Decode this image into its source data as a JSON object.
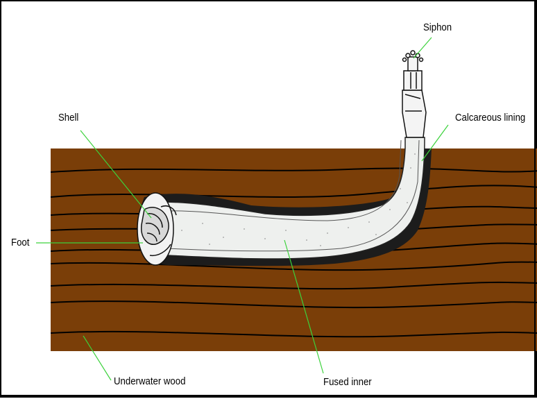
{
  "labels": {
    "siphon": "Siphon",
    "calcareous_lining": "Calcareous lining",
    "shell": "Shell",
    "foot": "Foot",
    "underwater_wood": "Underwater wood",
    "fused_inner": "Fused inner"
  },
  "colors": {
    "wood": "#7a3e08",
    "grain": "#000000",
    "leader": "#3cd23c",
    "tube": "#eef0ee"
  }
}
